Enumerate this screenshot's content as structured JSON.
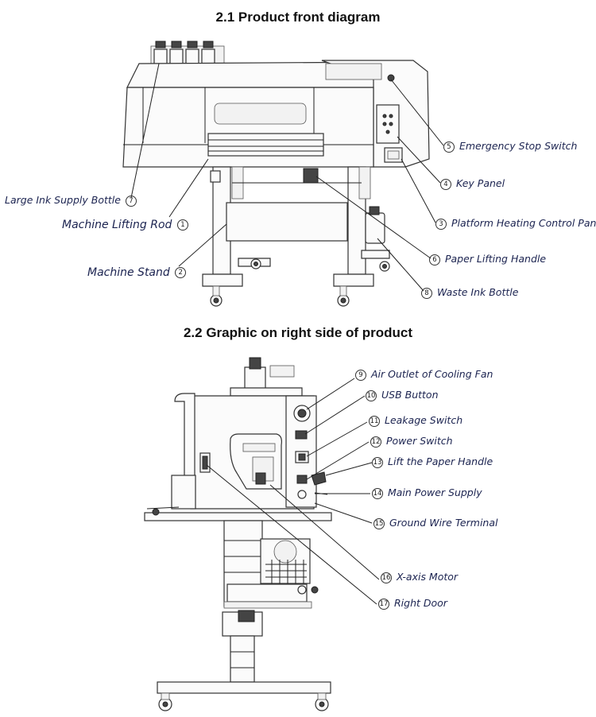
{
  "section1": {
    "number": "2.1",
    "title": "Product front diagram",
    "labels": [
      {
        "id": "7",
        "text": "Large Ink Supply Bottle"
      },
      {
        "id": "1",
        "text": "Machine Lifting Rod"
      },
      {
        "id": "2",
        "text": "Machine Stand"
      },
      {
        "id": "5",
        "text": "Emergency Stop Switch"
      },
      {
        "id": "4",
        "text": "Key Panel"
      },
      {
        "id": "3",
        "text": "Platform Heating Control Panel"
      },
      {
        "id": "6",
        "text": "Paper Lifting Handle"
      },
      {
        "id": "8",
        "text": "Waste Ink Bottle"
      }
    ]
  },
  "section2": {
    "number": "2.2",
    "title": "Graphic on right side of product",
    "labels": [
      {
        "id": "9",
        "text": "Air Outlet of Cooling Fan"
      },
      {
        "id": "10",
        "text": "USB Button"
      },
      {
        "id": "11",
        "text": "Leakage Switch"
      },
      {
        "id": "12",
        "text": "Power Switch"
      },
      {
        "id": "13",
        "text": "Lift the Paper Handle"
      },
      {
        "id": "14",
        "text": "Main Power Supply"
      },
      {
        "id": "15",
        "text": "Ground Wire Terminal"
      },
      {
        "id": "16",
        "text": "X-axis Motor"
      },
      {
        "id": "17",
        "text": "Right Door"
      }
    ]
  }
}
